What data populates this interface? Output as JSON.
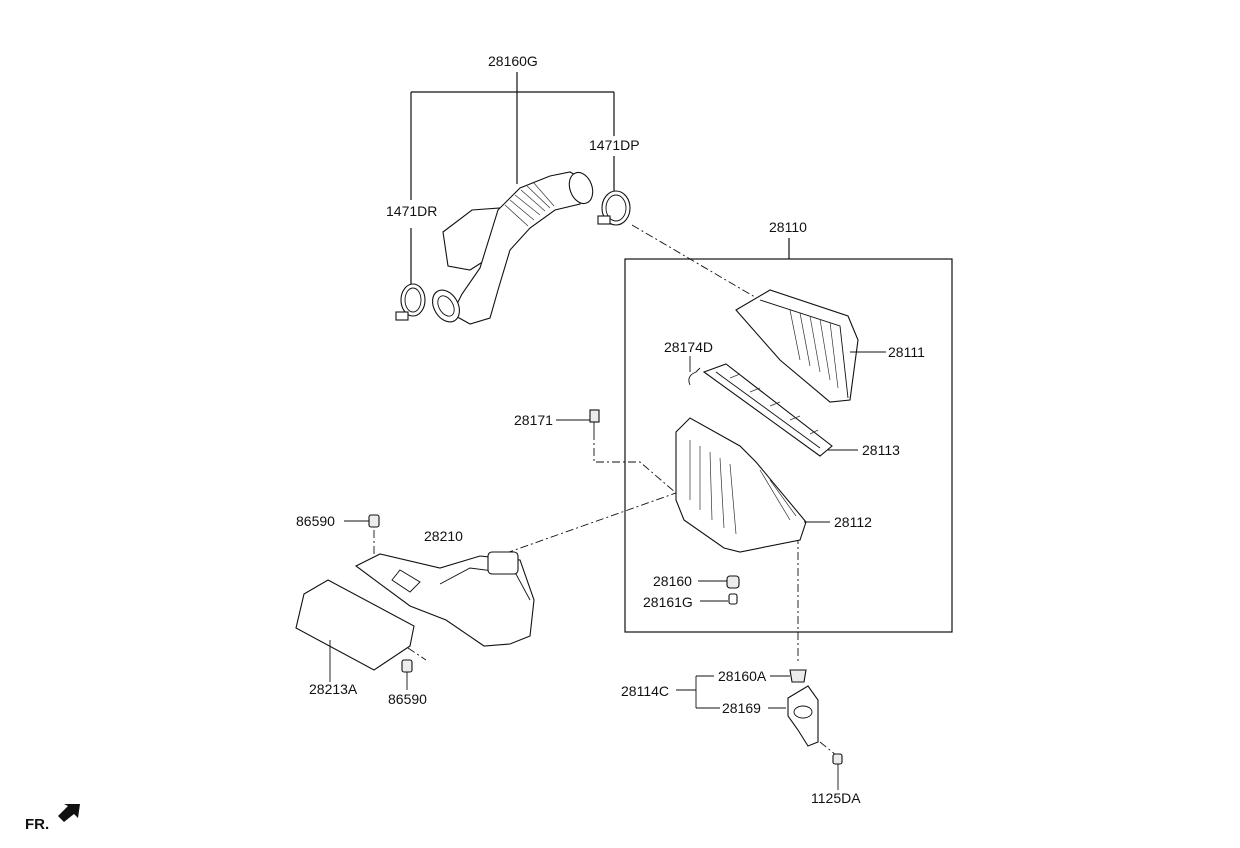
{
  "labels": {
    "hose_assembly": "28160G",
    "clamp_right": "1471DP",
    "clamp_left": "1471DR",
    "air_cleaner_assembly": "28110",
    "cover": "28111",
    "retainer": "28174D",
    "element": "28113",
    "bolt_top": "28171",
    "body": "28112",
    "mount_insulator": "28160",
    "grommet": "28161G",
    "screw_upper": "86590",
    "duct": "28210",
    "duct_cover": "28213A",
    "screw_lower": "86590",
    "insulator_lower": "28160A",
    "bracket_assy": "28114C",
    "bracket": "28169",
    "bolt_bottom": "1125DA",
    "front_marker": "FR."
  }
}
